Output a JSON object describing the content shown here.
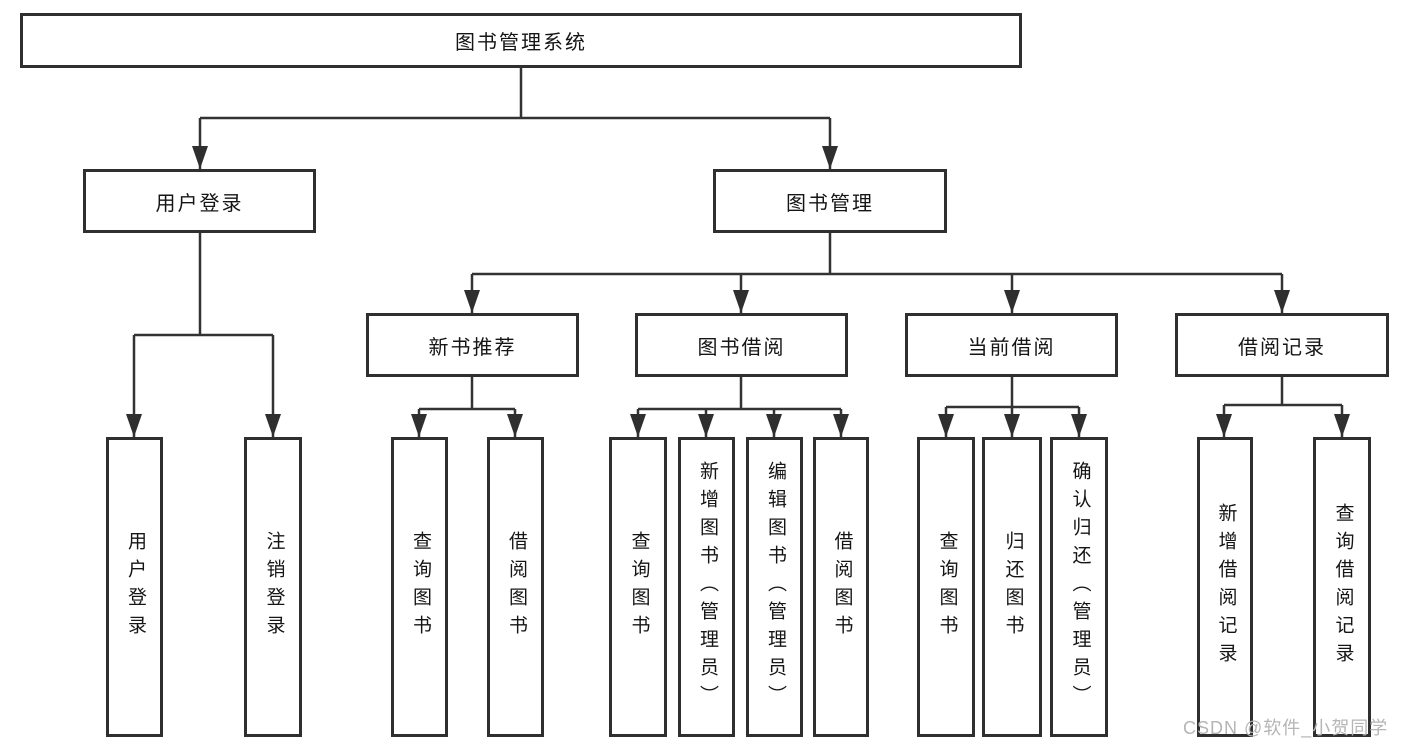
{
  "diagram": {
    "root": {
      "label": "图书管理系统"
    },
    "branches": [
      {
        "label": "用户登录",
        "leaves": [
          "用户登录",
          "注销登录"
        ]
      },
      {
        "label": "图书管理",
        "groups": [
          {
            "label": "新书推荐",
            "leaves": [
              "查询图书",
              "借阅图书"
            ]
          },
          {
            "label": "图书借阅",
            "leaves": [
              "查询图书",
              "新增图书（管理员）",
              "编辑图书（管理员）",
              "借阅图书"
            ]
          },
          {
            "label": "当前借阅",
            "leaves": [
              "查询图书",
              "归还图书",
              "确认归还（管理员）"
            ]
          },
          {
            "label": "借阅记录",
            "leaves": [
              "新增借阅记录",
              "查询借阅记录"
            ]
          }
        ]
      }
    ]
  },
  "watermark": {
    "text": "CSDN @软件_小贺同学"
  },
  "colors": {
    "line": "#333333",
    "border": "#2f2f2f",
    "text": "#151515",
    "background": "#ffffff",
    "watermark": "#b5b5b5"
  }
}
